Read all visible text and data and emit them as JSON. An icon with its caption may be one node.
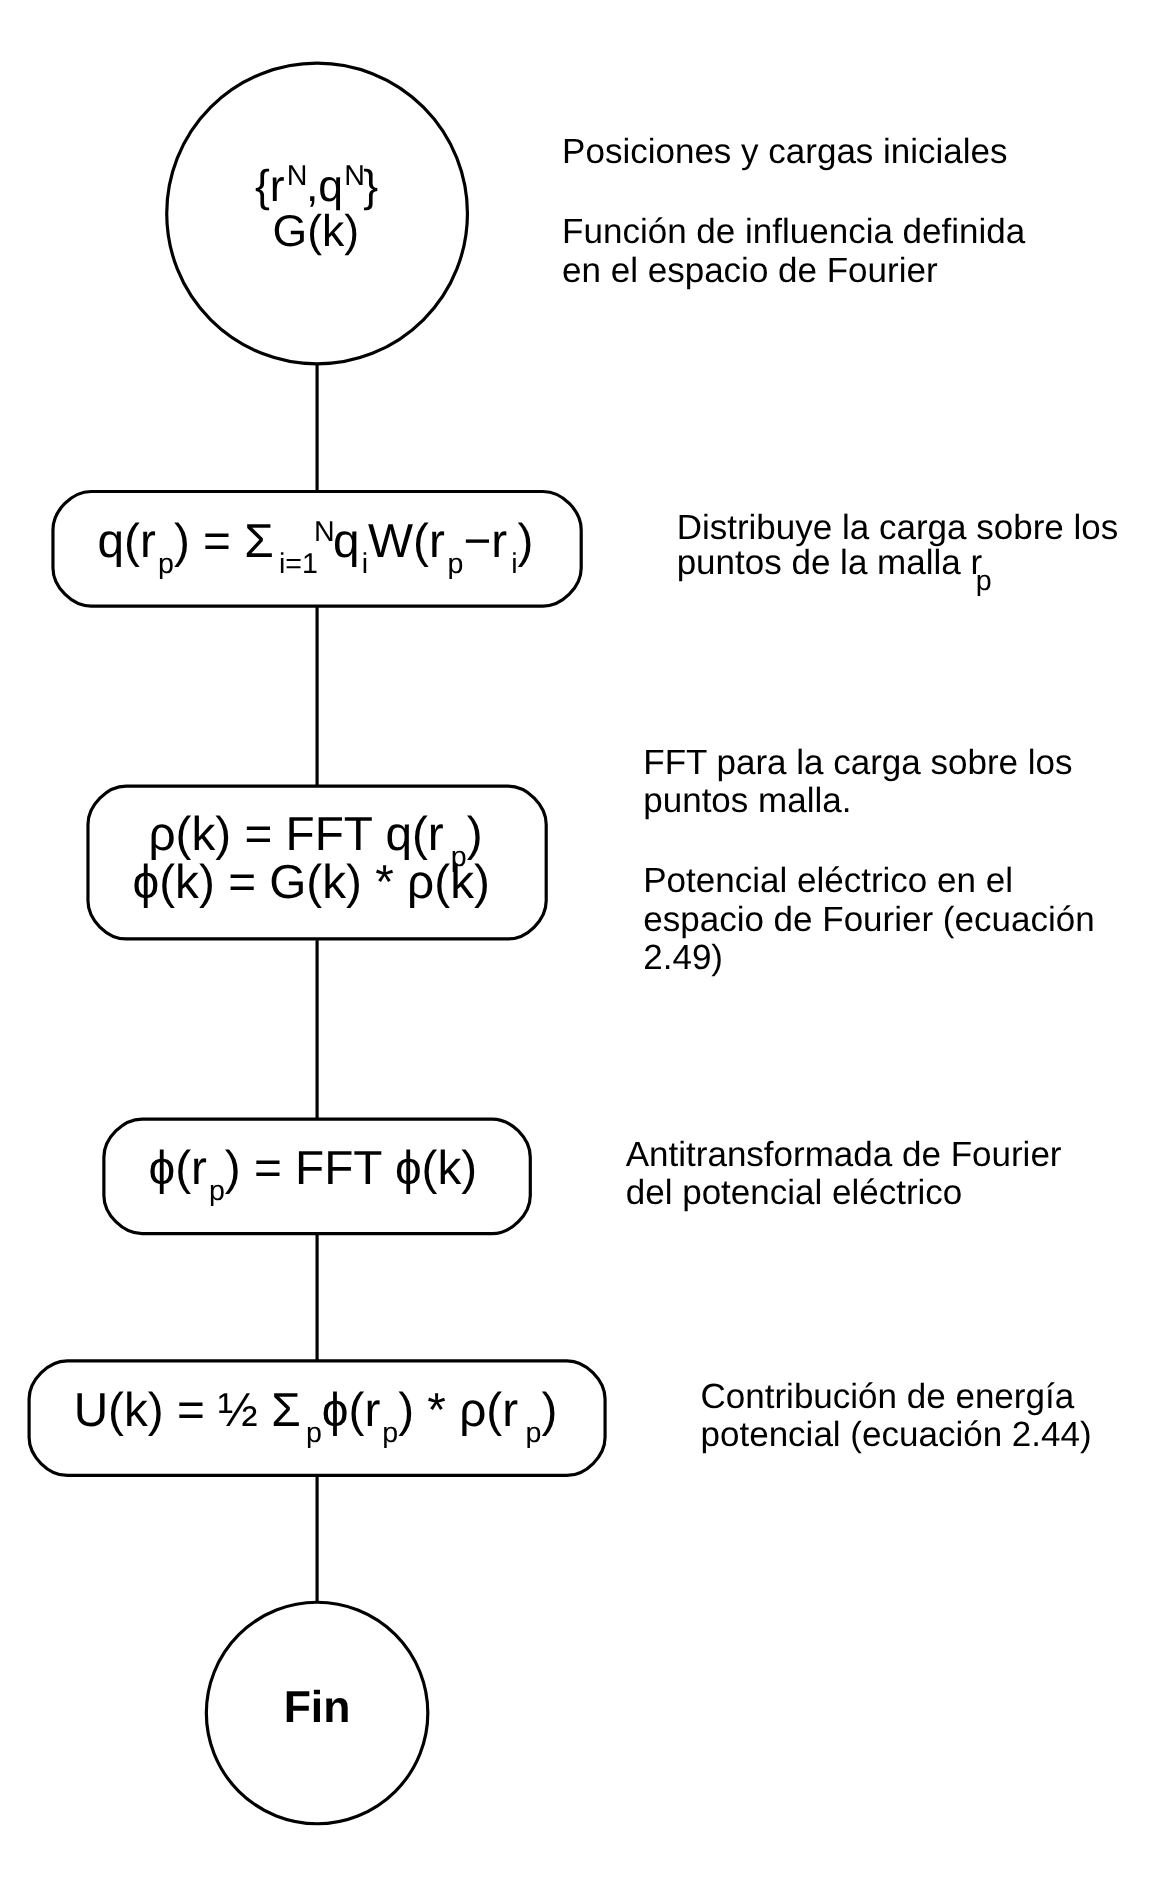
{
  "diagram": {
    "nodes": [
      {
        "text": [
          "{r$^{N}$,q$^{N}$}",
          "G(k)"
        ],
        "beside": [
          "Posiciones y cargas iniciales",
          "Función de influencia definida en el espacio de Fourier"
        ]
      },
      {
        "text": [
          "q(r$_{p}$) = Σ$_{i=1}$$^{N}$q$_{i}$W(r$_{p}$−r$_{i}$)"
        ],
        "beside": [
          "Distribuye la carga sobre los puntos de la malla r$_{p}$"
        ]
      },
      {
        "text": [
          "ρ(k) = FFT q(r$_{p}$)",
          "ϕ(k) = G(k) * ρ(k)"
        ],
        "beside": [
          "FFT para la carga sobre los puntos malla.",
          "Potencial eléctrico en el espacio de Fourier (ecuación 2.49)"
        ]
      },
      {
        "text": [
          "ϕ(r$_{p}$) = FFT ϕ(k)"
        ],
        "beside": [
          "Antitransformada de Fourier del potencial eléctrico"
        ]
      },
      {
        "text": [
          "U(k) = ½ Σ$_{p}$ϕ(r$_{p}$) * ρ(r$_{p}$)"
        ],
        "beside": [
          "Contribución de energía potencial (ecuación 2.44)"
        ]
      },
      {
        "text": [
          "Fin"
        ]
      }
    ],
    "edges": [
      {
        "from": 0,
        "to": 1,
        "arrow": "none"
      },
      {
        "from": 1,
        "to": 2,
        "arrow": "none"
      },
      {
        "from": 2,
        "to": 3,
        "arrow": "none"
      },
      {
        "from": 3,
        "to": 4,
        "arrow": "none"
      },
      {
        "from": 4,
        "to": 5,
        "arrow": "none"
      }
    ]
  }
}
